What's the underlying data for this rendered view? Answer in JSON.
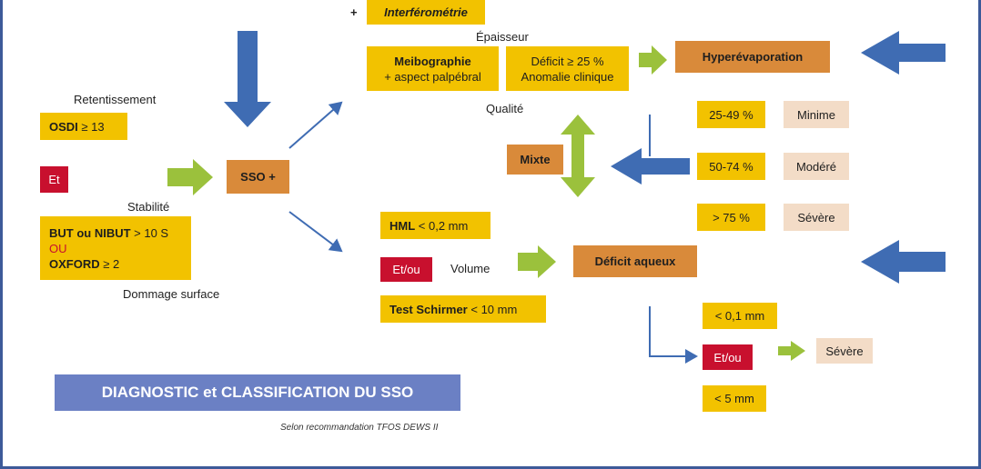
{
  "title": "DIAGNOSTIC et CLASSIFICATION DU SSO",
  "credit": "Selon recommandation TFOS DEWS II",
  "left": {
    "retentissement_label": "Retentissement",
    "osdi_bold": "OSDI",
    "osdi_value": " ≥ 13",
    "et_label": "Et",
    "stabilite_label": "Stabilité",
    "but_bold": "BUT ou NIBUT",
    "but_value": " > 10 S",
    "ou_label": "OU",
    "oxford_bold": "OXFORD",
    "oxford_value": " ≥ 2",
    "dommage_label": "Dommage surface"
  },
  "center": {
    "sso_label": "SSO +",
    "plus_label": "+",
    "interferometrie": "Interférométrie",
    "epaisseur_label": "Épaisseur",
    "meibo_bold": "Meibographie",
    "meibo_sub": "+ aspect palpébral",
    "deficit_line1": "Déficit ≥ 25 %",
    "deficit_line2": "Anomalie clinique",
    "qualite_label": "Qualité",
    "mixte_label": "Mixte",
    "hml_bold": "HML",
    "hml_value": " < 0,2 mm",
    "etou_label": "Et/ou",
    "volume_label": "Volume",
    "schirmer_bold": "Test Schirmer",
    "schirmer_value": " < 10 mm"
  },
  "right": {
    "hyper_label": "Hyperévaporation",
    "deficit_aqueux": "Déficit aqueux",
    "sev1_range": "25-49 %",
    "sev1_label": "Minime",
    "sev2_range": "50-74 %",
    "sev2_label": "Modéré",
    "sev3_range": "> 75 %",
    "sev3_label": "Sévère",
    "aq_range1": "< 0,1 mm",
    "aq_etou": "Et/ou",
    "aq_range2": "< 5 mm",
    "aq_label": "Sévère"
  },
  "colors": {
    "yellow": "#f2c200",
    "orange": "#d98a3a",
    "red": "#c8102e",
    "beige": "#f3dcc7",
    "green_arrow": "#9bc13c",
    "blue_arrow": "#3f6cb3",
    "banner": "#6b80c4"
  }
}
